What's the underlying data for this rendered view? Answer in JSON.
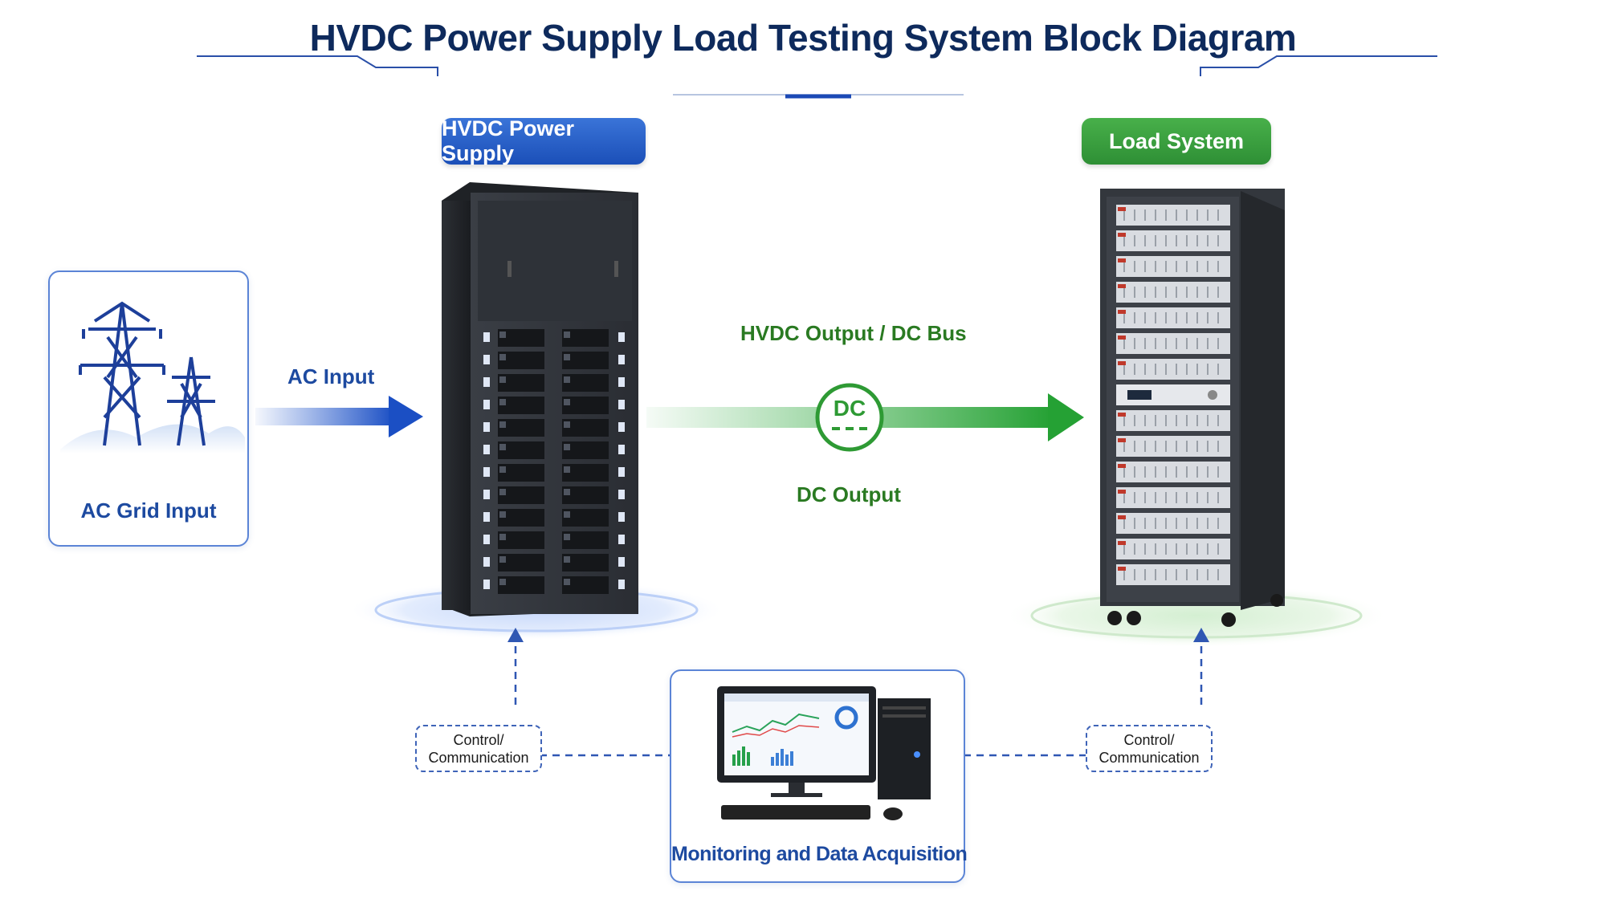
{
  "title": "HVDC Power Supply Load Testing System Block Diagram",
  "colors": {
    "title": "#0e2a5c",
    "blue_accent": "#1d4aa0",
    "green_accent": "#2e9a34",
    "dashed_line": "#3f64b8"
  },
  "nodes": {
    "ac_grid": {
      "label": "AC Grid Input",
      "icon": "power-tower-icon"
    },
    "hvdc_supply": {
      "label": "HVDC Power Supply",
      "icon": "server-rack-icon"
    },
    "load_system": {
      "label": "Load System",
      "icon": "load-rack-icon"
    },
    "monitoring": {
      "label": "Monitoring and Data Acquisition",
      "icon": "computer-workstation-icon"
    }
  },
  "edges": {
    "ac_input": {
      "label": "AC Input"
    },
    "dc_bus": {
      "label_top": "HVDC Output / DC Bus",
      "label_bottom": "DC Output",
      "badge": "DC"
    },
    "control_left": {
      "line1": "Control/",
      "line2": "Communication"
    },
    "control_right": {
      "line1": "Control/",
      "line2": "Communication"
    }
  }
}
